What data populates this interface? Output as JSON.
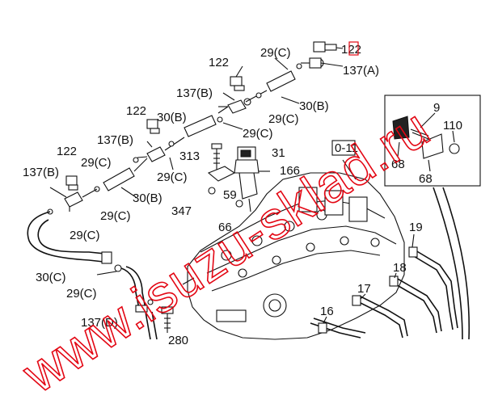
{
  "callouts": {
    "top_122": "122",
    "top_29c": "29(C)",
    "top_137a": "137(A)",
    "r2_122": "122",
    "r2_137b": "137(B)",
    "r2_30b": "30(B)",
    "r2_29c": "29(C)",
    "r3_122": "122",
    "r3_30b": "30(B)",
    "r3_137b": "137(B)",
    "r3_29c": "29(C)",
    "r4_122": "122",
    "r4_29c_a": "29(C)",
    "r4_137b": "137(B)",
    "r4_29c_b": "29(C)",
    "r4_30b": "30(B)",
    "r4_29c_c": "29(C)",
    "left_29c": "29(C)",
    "left_30c": "30(C)",
    "left_29c_b": "29(C)",
    "left_137d": "137(D)",
    "bot_280": "280",
    "p313": "313",
    "p31": "31",
    "p166": "166",
    "p59": "59",
    "p347": "347",
    "p66": "66",
    "ref_box": "0-11",
    "inset_9": "9",
    "inset_110": "110",
    "inset_68_a": "68",
    "inset_68_b": "68",
    "p19": "19",
    "p18": "18",
    "p17": "17",
    "p16": "16"
  },
  "watermark": "www.isuzu-sklad.ru",
  "colors": {
    "watermark": "#e30613",
    "lines": "#111111",
    "background": "#ffffff"
  }
}
